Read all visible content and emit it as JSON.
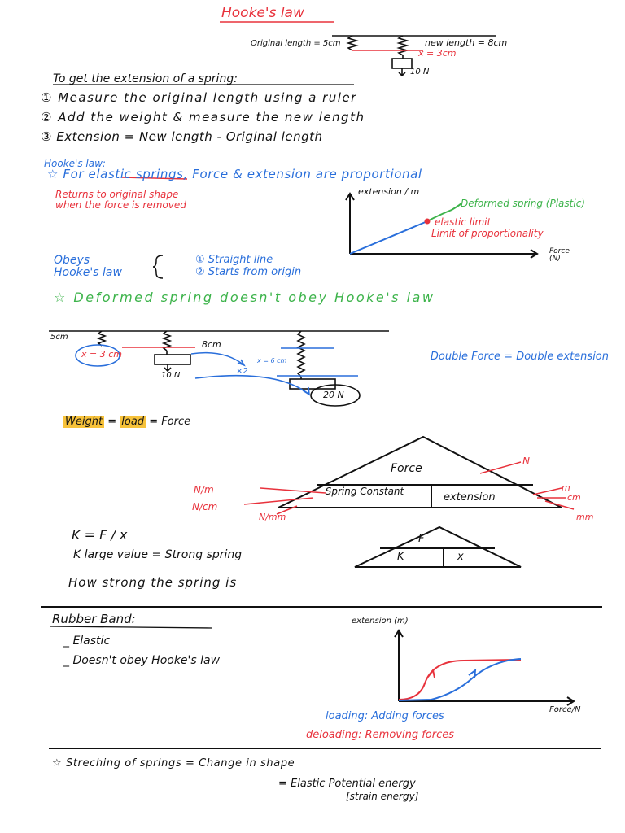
{
  "title": "Hooke's law",
  "spring_setup": {
    "original_length_label": "Original length = 5cm",
    "new_length_label": "new length = 8cm",
    "extension_label": "x = 3cm",
    "weight_label": "10 N"
  },
  "steps": {
    "heading": "To get the extension of a spring:",
    "items": [
      "① Measure the original length using a ruler",
      "② Add the weight & measure the new length",
      "③ Extension = New length - Original length"
    ]
  },
  "hookes_law": {
    "heading": "Hooke's law:",
    "statement": "☆ For elastic springs, Force & extension are proportional",
    "elastic_note": "Returns to original shape when the force is removed",
    "graph": {
      "y_label": "extension / m",
      "x_label": "Force (N)",
      "deformed_label": "Deformed spring (Plastic)",
      "elastic_limit_label": "elastic limit",
      "proportionality_label": "Limit of proportionality"
    },
    "obeys_label": "Obeys Hooke's law",
    "obeys_points": [
      "① Straight line",
      "② Starts from origin"
    ],
    "deformed_note": "☆ Deformed spring doesn't obey Hooke's law"
  },
  "double_force": {
    "left_length": "5cm",
    "extension_circle": "x = 3 cm",
    "new_length": "8cm",
    "weight_1": "10 N",
    "multiplier": "×2",
    "extension_doubled": "x = 6 cm",
    "weight_2": "20 N",
    "note": "Double Force = Double extension"
  },
  "equivalence": {
    "weight": "Weight",
    "eq1": "=",
    "load": "load",
    "eq2": "= Force"
  },
  "triangle": {
    "top": "Force",
    "bottom_left": "Spring Constant",
    "bottom_right": "extension",
    "units_force": "N",
    "units_k": [
      "N/m",
      "N/cm",
      "N/mm"
    ],
    "units_x": [
      "m",
      "cm",
      "mm"
    ]
  },
  "k_formula": {
    "formula": "K = F / x",
    "large_value": "K large value = Strong spring",
    "meaning": "How strong the spring is",
    "small_triangle": {
      "top": "F",
      "left": "K",
      "right": "x"
    }
  },
  "rubber_band": {
    "heading": "Rubber Band:",
    "points": [
      "_ Elastic",
      "_ Doesn't obey Hooke's law"
    ],
    "graph": {
      "y_label": "extension (m)",
      "x_label": "Force/N"
    },
    "loading": "loading: Adding forces",
    "unloading": "deloading: Removing forces"
  },
  "stretching": {
    "line1": "☆ Streching of springs = Change in shape",
    "line2": "= Elastic Potential energy",
    "line3": "[strain energy]"
  },
  "colors": {
    "red": "#e8323c",
    "blue": "#2a6fdb",
    "green": "#3cb34a",
    "highlight": "#f7c23a"
  }
}
